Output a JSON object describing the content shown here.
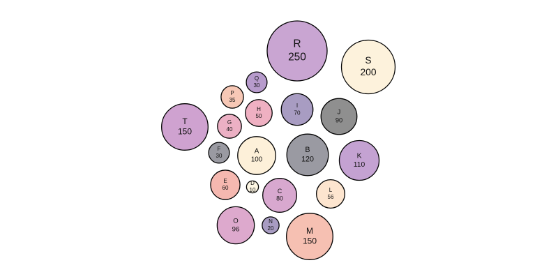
{
  "chart_data": {
    "type": "bubble",
    "title": "",
    "bubbles": [
      {
        "label": "A",
        "value": 100,
        "color": "#fdf0d9"
      },
      {
        "label": "B",
        "value": 120,
        "color": "#9a9aa2"
      },
      {
        "label": "C",
        "value": 80,
        "color": "#d8a8cf"
      },
      {
        "label": "D",
        "value": 10,
        "color": "#fdf6e3"
      },
      {
        "label": "E",
        "value": 60,
        "color": "#f5b8b0"
      },
      {
        "label": "F",
        "value": 30,
        "color": "#9a9aa2"
      },
      {
        "label": "G",
        "value": 40,
        "color": "#ecb0c4"
      },
      {
        "label": "H",
        "value": 50,
        "color": "#efb0c2"
      },
      {
        "label": "I",
        "value": 70,
        "color": "#a89cc2"
      },
      {
        "label": "J",
        "value": 90,
        "color": "#8f8f8f"
      },
      {
        "label": "K",
        "value": 110,
        "color": "#c4a2d2"
      },
      {
        "label": "L",
        "value": 56,
        "color": "#fde5cf"
      },
      {
        "label": "M",
        "value": 150,
        "color": "#f6c0b2"
      },
      {
        "label": "N",
        "value": 20,
        "color": "#a89cc2"
      },
      {
        "label": "O",
        "value": 96,
        "color": "#dda9cd"
      },
      {
        "label": "P",
        "value": 35,
        "color": "#f7c8b6"
      },
      {
        "label": "Q",
        "value": 30,
        "color": "#b79bcc"
      },
      {
        "label": "R",
        "value": 250,
        "color": "#c9a5d2"
      },
      {
        "label": "S",
        "value": 200,
        "color": "#fdf2dc"
      },
      {
        "label": "T",
        "value": 150,
        "color": "#cfa2d0"
      }
    ]
  }
}
